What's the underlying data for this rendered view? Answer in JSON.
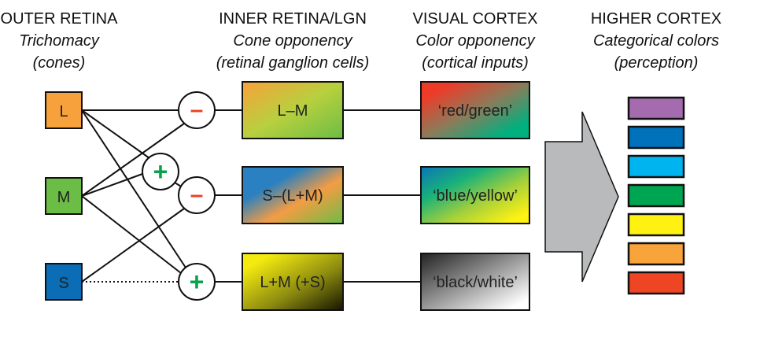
{
  "columns": [
    {
      "title": "OUTER RETINA",
      "subtitle": "Trichomacy",
      "detail": "(cones)"
    },
    {
      "title": "INNER RETINA/LGN",
      "subtitle": "Cone opponency",
      "detail": "(retinal ganglion cells)"
    },
    {
      "title": "VISUAL CORTEX",
      "subtitle": "Color opponency",
      "detail": "(cortical inputs)"
    },
    {
      "title": "HIGHER CORTEX",
      "subtitle": "Categorical colors",
      "detail": "(perception)"
    }
  ],
  "cones": [
    {
      "label": "L",
      "color": "#f7a13c"
    },
    {
      "label": "M",
      "color": "#6cbd45"
    },
    {
      "label": "S",
      "color": "#0b6db6"
    }
  ],
  "operators": {
    "minus": "–",
    "plus": "+",
    "minus_color": "#ee4123",
    "plus_color": "#0aa14a"
  },
  "channels": [
    "L–M",
    "S–(L+M)",
    "L+M (+S)"
  ],
  "cortical": [
    "‘red/green’",
    "‘blue/yellow’",
    "‘black/white’"
  ],
  "categories": [
    "#a56baf",
    "#0071bb",
    "#00b5ef",
    "#00a551",
    "#fff212",
    "#f9a33b",
    "#ee4524"
  ]
}
